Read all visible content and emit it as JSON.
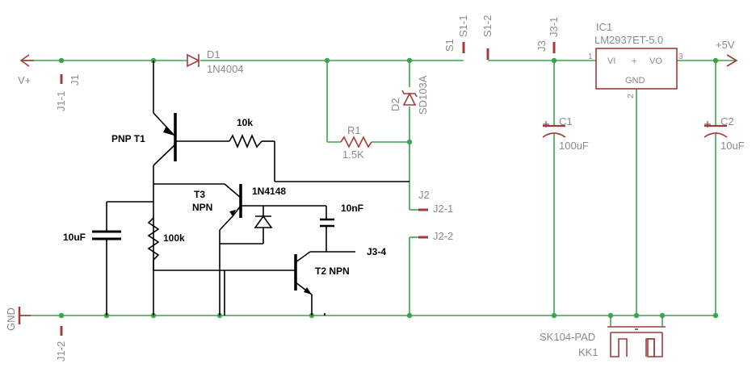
{
  "labels": {
    "vplus": "V+",
    "j1": "J1",
    "j1_1": "J1-1",
    "j1_2": "J1-2",
    "gnd": "GND",
    "d1_name": "D1",
    "d1_value": "1N4004",
    "pnp_t1": "PNP  T1",
    "r_10k": "10k",
    "r1_name": "R1",
    "r1_value": "1.5K",
    "d2_name": "D2",
    "d2_value": "SD103A",
    "s1": "S1",
    "s1_1": "S1-1",
    "s1_2": "S1-2",
    "j3": "J3",
    "j3_1": "J3-1",
    "ic1_name": "IC1",
    "ic1_value": "LM2937ET-5.0",
    "ic_vi": "VI",
    "ic_plus": "+",
    "ic_vo": "VO",
    "ic_gnd": "GND",
    "pin1": "1",
    "pin2": "2",
    "pin3": "3",
    "vout": "+5V",
    "c1_name": "C1",
    "c1_value": "100uF",
    "c2_name": "C2",
    "c2_value": "10uF",
    "t3": "T3",
    "t3_type": "NPN",
    "d_1n4148": "1N4148",
    "c_10nf": "10nF",
    "c_10uf": "10uF",
    "r_100k": "100k",
    "t2": "T2  NPN",
    "j3_4": "J3-4",
    "j2": "J2",
    "j2_1": "J2-1",
    "j2_2": "J2-2",
    "sk_name": "SK104-PAD",
    "kk1": "KK1"
  },
  "colors": {
    "wire": "#3aa64a",
    "symbol": "#a33a3a",
    "handdrawn": "#000000",
    "label": "#8a8a8a"
  }
}
